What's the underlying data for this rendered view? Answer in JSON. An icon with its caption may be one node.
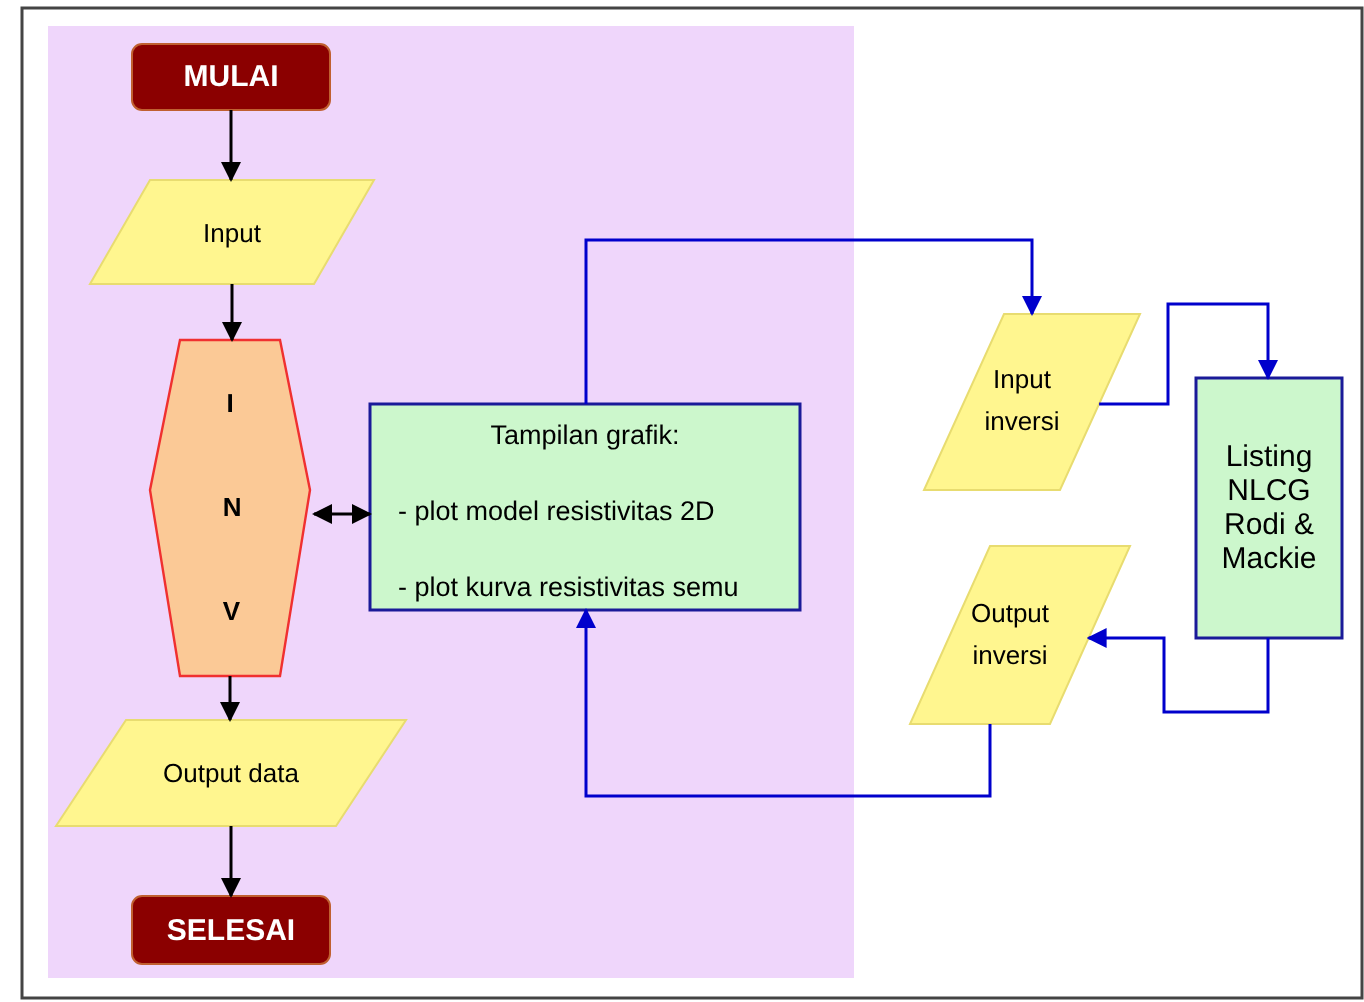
{
  "diagram": {
    "nodes": [
      {
        "text": [
          "MULAI"
        ]
      },
      {
        "text": [
          "Input"
        ]
      },
      {
        "text": [
          "I N V"
        ]
      },
      {
        "text": [
          "Tampilan grafik:",
          "- plot model resistivitas 2D",
          "- plot kurva resistivitas semu"
        ]
      },
      {
        "text": [
          "Output data"
        ]
      },
      {
        "text": [
          "SELESAI"
        ]
      },
      {
        "text": [
          "Input inversi"
        ]
      },
      {
        "text": [
          "Listing NLCG Rodi & Mackie"
        ]
      },
      {
        "text": [
          "Output inversi"
        ]
      }
    ],
    "edges": [
      {
        "from": 0,
        "to": 1,
        "arrow": "to"
      },
      {
        "from": 1,
        "to": 2,
        "arrow": "to"
      },
      {
        "from": 2,
        "to": 3,
        "arrow": "both"
      },
      {
        "from": 2,
        "to": 4,
        "arrow": "to"
      },
      {
        "from": 4,
        "to": 5,
        "arrow": "to"
      },
      {
        "from": 3,
        "to": 6,
        "arrow": "to",
        "color": "#0000cc"
      },
      {
        "from": 6,
        "to": 7,
        "arrow": "to",
        "color": "#0000cc"
      },
      {
        "from": 7,
        "to": 8,
        "arrow": "to",
        "color": "#0000cc"
      },
      {
        "from": 8,
        "to": 3,
        "arrow": "to",
        "color": "#0000cc"
      }
    ]
  }
}
